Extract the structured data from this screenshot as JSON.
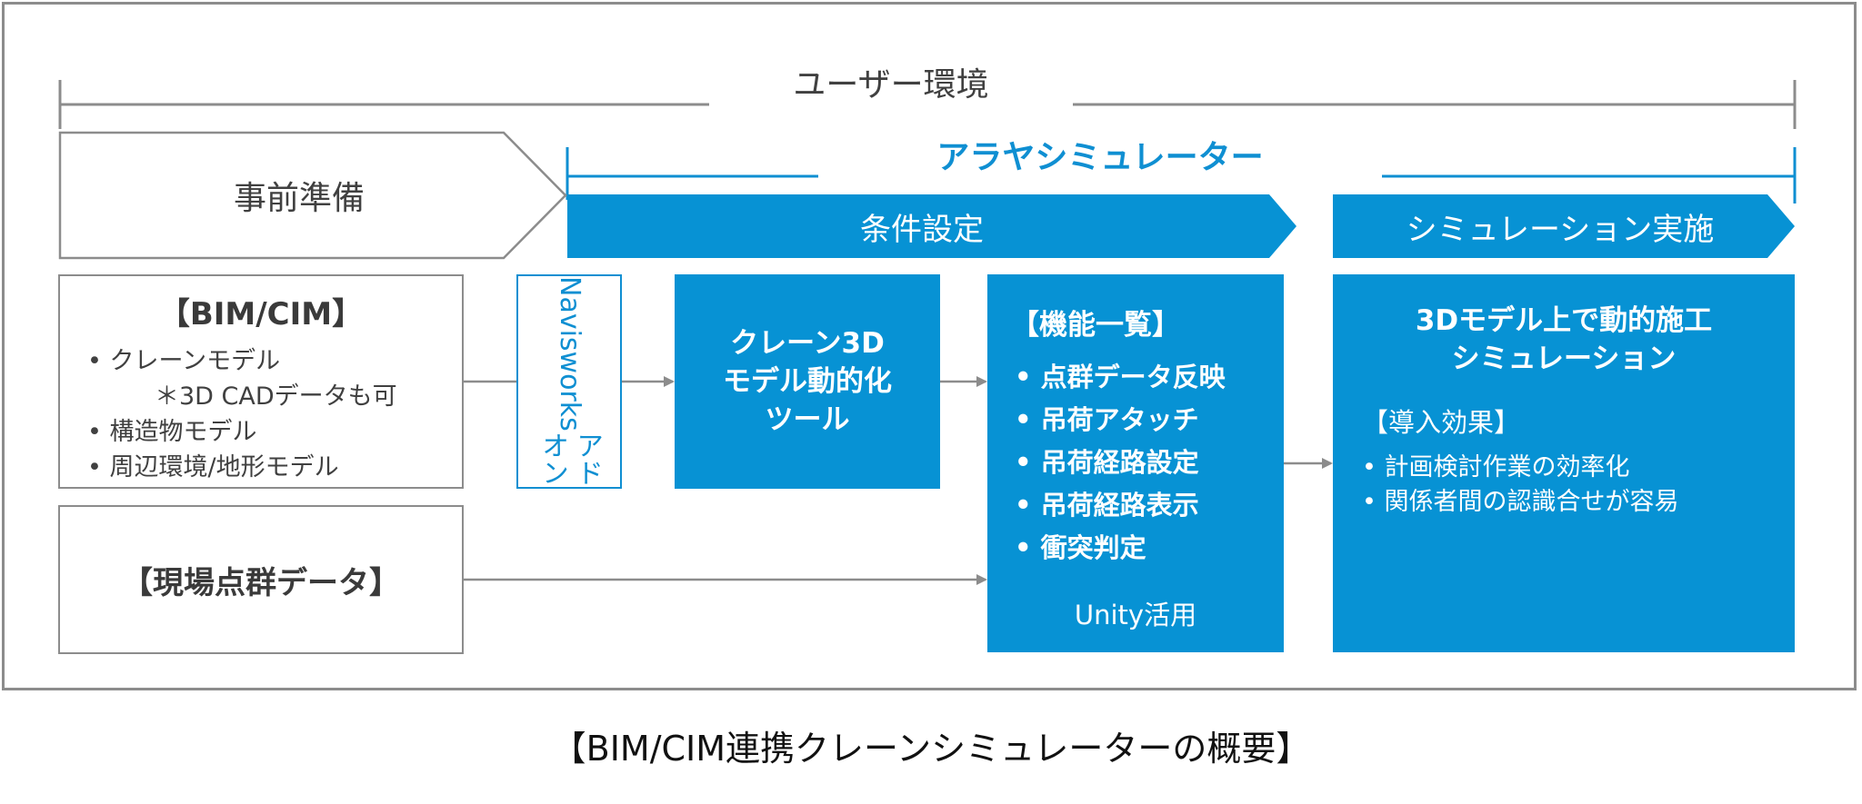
{
  "colors": {
    "accent": "#0792d4",
    "gray_line": "#8c8c8c"
  },
  "user_env": {
    "label": "ユーザー環境"
  },
  "simulator": {
    "title": "アラヤシミュレーター"
  },
  "phases": {
    "prep": "事前準備",
    "condition": "条件設定",
    "execute": "シミュレーション実施"
  },
  "bim_box": {
    "title": "【BIM/CIM】",
    "items": [
      "• クレーンモデル",
      "＊3D CADデータも可",
      "• 構造物モデル",
      "• 周辺環境/地形モデル"
    ]
  },
  "point_cloud_box": {
    "title": "【現場点群データ】"
  },
  "addon_box": {
    "line1": "Navisworks",
    "line2": "アドオン"
  },
  "tool_box": {
    "lines": [
      "クレーン3D",
      "モデル動的化",
      "ツール"
    ]
  },
  "function_box": {
    "title": "【機能一覧】",
    "items": [
      "• 点群データ反映",
      "• 吊荷アタッチ",
      "• 吊荷経路設定",
      "• 吊荷経路表示",
      "• 衝突判定"
    ],
    "footer": "Unity活用"
  },
  "result_box": {
    "title_lines": [
      "3Dモデル上で動的施工",
      "シミュレーション"
    ],
    "effect_title": "【導入効果】",
    "effects": [
      "• 計画検討作業の効率化",
      "• 関係者間の認識合せが容易"
    ]
  },
  "caption": "【BIM/CIM連携クレーンシミュレーターの概要】"
}
